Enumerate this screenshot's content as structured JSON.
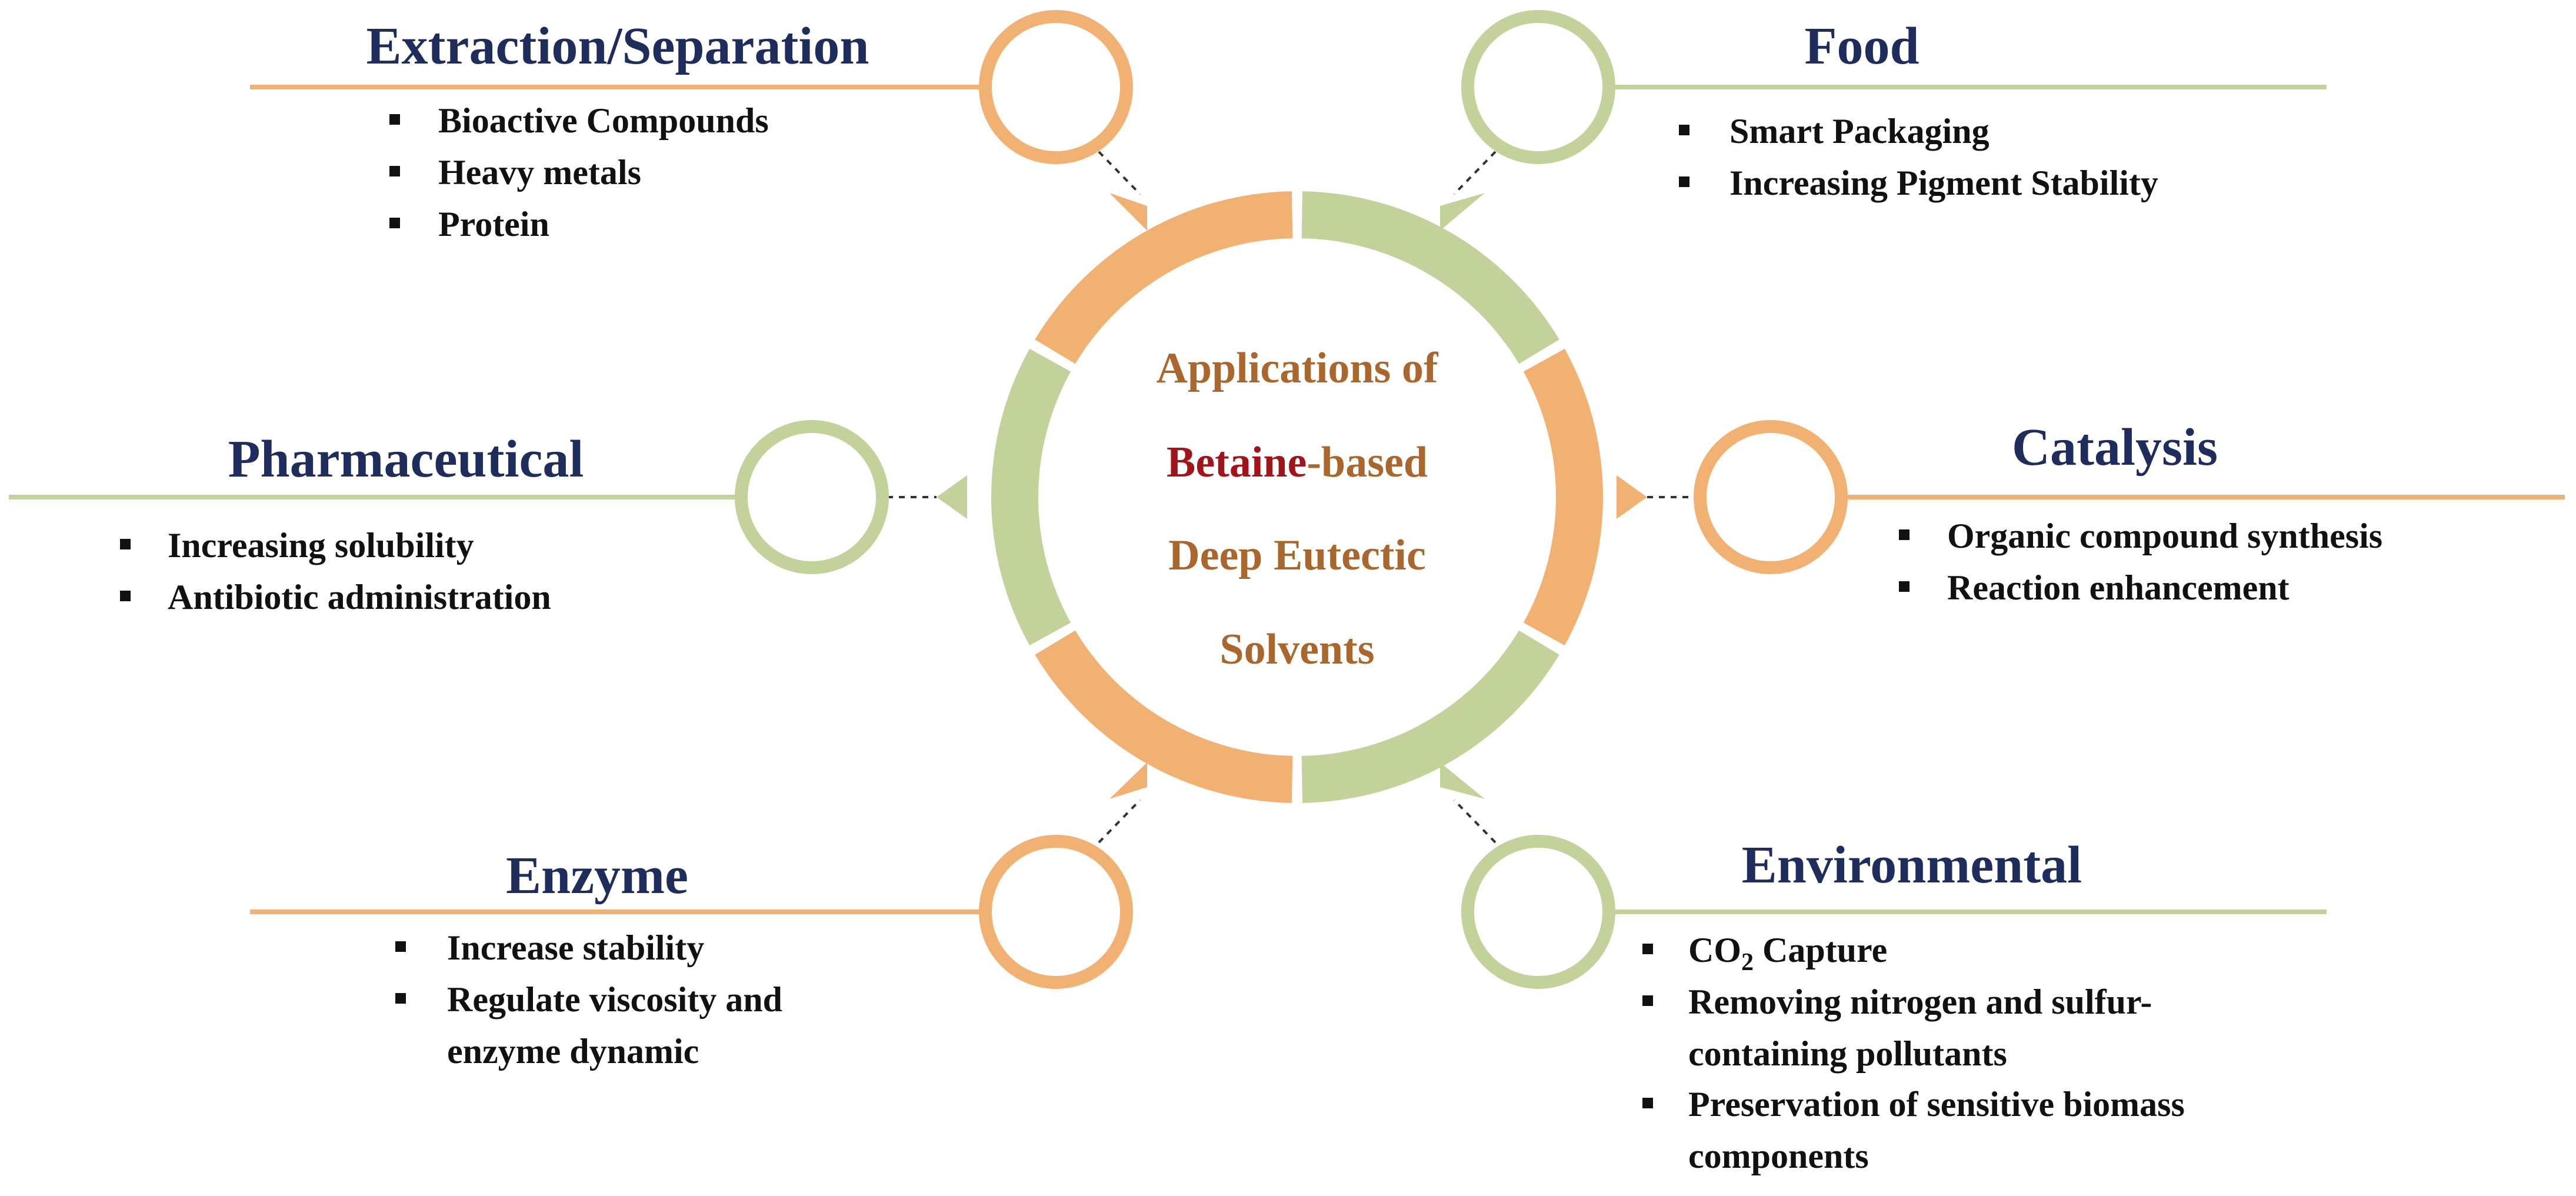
{
  "colors": {
    "orange": "#f0b173",
    "green": "#c2d29a",
    "title": "#1f2d5c",
    "center_text": "#a9672e",
    "center_highlight": "#a0141c",
    "bullet_text": "#111111"
  },
  "center": {
    "line1": "Applications of",
    "line2_highlight": "Betaine",
    "line2_rest": "-based",
    "line3": "Deep Eutectic",
    "line4": "Solvents"
  },
  "sections": {
    "extraction": {
      "title": "Extraction/Separation",
      "items": [
        "Bioactive Compounds",
        "Heavy metals",
        "Protein"
      ]
    },
    "food": {
      "title": "Food",
      "items": [
        "Smart Packaging",
        "Increasing Pigment Stability"
      ]
    },
    "pharmaceutical": {
      "title": "Pharmaceutical",
      "items": [
        "Increasing solubility",
        "Antibiotic administration"
      ]
    },
    "catalysis": {
      "title": "Catalysis",
      "items": [
        "Organic compound synthesis",
        "Reaction enhancement"
      ]
    },
    "enzyme": {
      "title": "Enzyme",
      "items": [
        "Increase stability",
        "Regulate viscosity and",
        "enzyme dynamic"
      ]
    },
    "environmental": {
      "title": "Environmental",
      "items": {
        "co2_prefix": "CO",
        "co2_sub": "2",
        "co2_suffix": " Capture",
        "pollutants_1": "Removing nitrogen and sulfur-",
        "pollutants_2": "containing pollutants",
        "biomass_1": "Preservation of sensitive biomass",
        "biomass_2": "components"
      }
    }
  }
}
